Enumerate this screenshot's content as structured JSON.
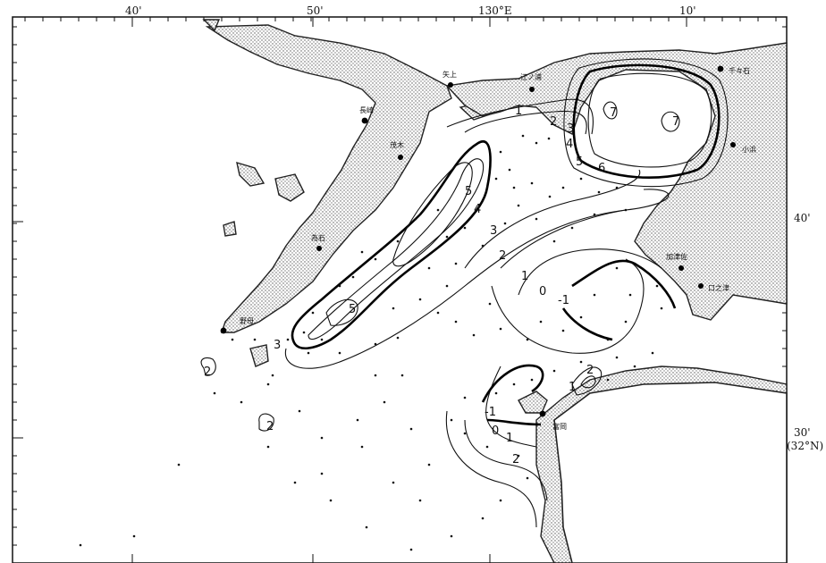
{
  "axes": {
    "top": [
      "40'",
      "50'",
      "130°E",
      "10'"
    ],
    "right": [
      "40'",
      "30'",
      "(32°N)"
    ]
  },
  "places": [
    {
      "name": "長崎",
      "key": "nagasaki"
    },
    {
      "name": "茂木",
      "key": "mogi"
    },
    {
      "name": "矢上",
      "key": "yagami"
    },
    {
      "name": "江ノ浦",
      "key": "enoura"
    },
    {
      "name": "千々石",
      "key": "chijiwa"
    },
    {
      "name": "小浜",
      "key": "obama"
    },
    {
      "name": "為石",
      "key": "tameshi"
    },
    {
      "name": "野母",
      "key": "nomo"
    },
    {
      "name": "加津佐",
      "key": "kazusa"
    },
    {
      "name": "口之津",
      "key": "kuchinotsu"
    },
    {
      "name": "富岡",
      "key": "tomioka"
    }
  ],
  "contour_labels": [
    "1",
    "2",
    "3",
    "4",
    "5",
    "6",
    "7",
    "7",
    "5",
    "4",
    "3",
    "2",
    "1",
    "0",
    "-1",
    "5",
    "3",
    "2",
    "2",
    "2",
    "1",
    "-1",
    "0",
    "1",
    "2"
  ]
}
